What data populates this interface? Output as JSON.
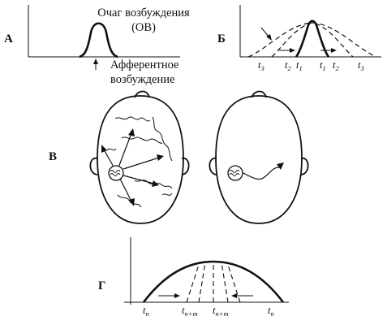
{
  "panel_labels": {
    "a": "А",
    "b": "Б",
    "v": "В",
    "g": "Г"
  },
  "panel_a": {
    "focus_caption_line1": "Очаг возбуждения",
    "focus_caption_line2": "(ОВ)",
    "afferent_line1": "Афферентное",
    "afferent_line2": "возбуждение"
  },
  "panel_b": {
    "time_labels": [
      {
        "base": "t",
        "sub": "3"
      },
      {
        "base": "t",
        "sub": "2"
      },
      {
        "base": "t",
        "sub": "1"
      },
      {
        "base": "t",
        "sub": "1"
      },
      {
        "base": "t",
        "sub": "2"
      },
      {
        "base": "t",
        "sub": "3"
      }
    ]
  },
  "panel_g": {
    "time_labels": [
      {
        "base": "t",
        "sub": "n"
      },
      {
        "base": "t",
        "sub": "n+m"
      },
      {
        "base": "t",
        "sub": "n+m"
      },
      {
        "base": "t",
        "sub": "n"
      }
    ]
  }
}
